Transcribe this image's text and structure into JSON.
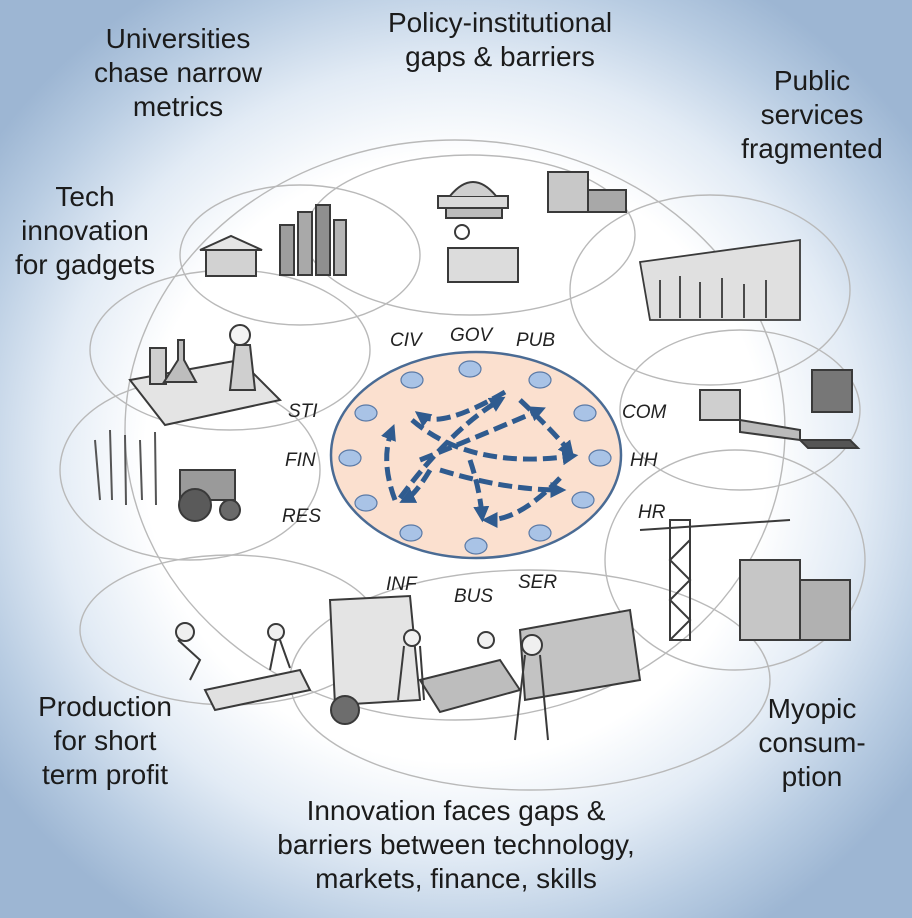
{
  "captions": {
    "universities": [
      "Universities",
      "chase narrow",
      "metrics"
    ],
    "policy": [
      "Policy-institutional",
      "gaps & barriers"
    ],
    "public_services": [
      "Public",
      "services",
      "fragmented"
    ],
    "tech": [
      "Tech",
      "innovation",
      "for gadgets"
    ],
    "production": [
      "Production",
      "for short",
      "term profit"
    ],
    "myopic": [
      "Myopic",
      "consum-",
      "ption"
    ],
    "innovation": [
      "Innovation faces gaps &",
      "barriers between technology,",
      "markets, finance, skills"
    ]
  },
  "nodes": {
    "civ": "CIV",
    "gov": "GOV",
    "pub": "PUB",
    "com": "COM",
    "hh": "HH",
    "hr": "HR",
    "ser": "SER",
    "bus": "BUS",
    "inf": "INF",
    "res": "RES",
    "fin": "FIN",
    "sti": "STI"
  },
  "colors": {
    "ellipse_fill": "#fbe0cf",
    "ellipse_stroke": "#4a6b94",
    "node_fill": "#a9c3e6",
    "arrow": "#2f5b8f"
  }
}
